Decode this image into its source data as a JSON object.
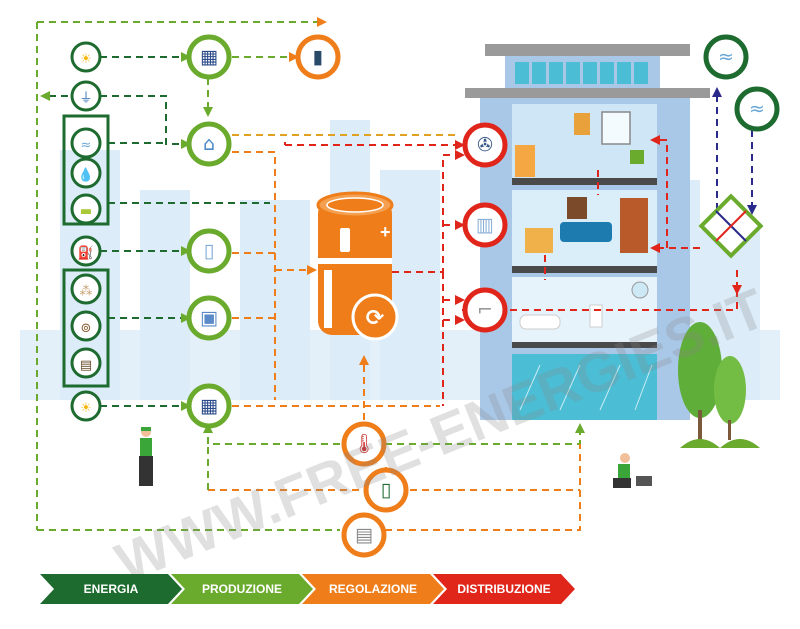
{
  "diagram": {
    "title": "Energy system flow",
    "watermark": "WWW.FREE-ENERGIES.IT",
    "colors": {
      "energia": "#1e6b30",
      "produzione": "#6aab2e",
      "regolazione": "#ee7d1a",
      "distribuzione": "#e0251b",
      "ventilation": "#2a2a8a",
      "building": "#a9c8e8",
      "sky": "#d8ebf8"
    },
    "legend": [
      {
        "id": "energia",
        "label": "ENERGIA"
      },
      {
        "id": "produzione",
        "label": "PRODUZIONE"
      },
      {
        "id": "regolazione",
        "label": "REGOLAZIONE"
      },
      {
        "id": "distribuzione",
        "label": "DISTRIBUZIONE"
      }
    ],
    "energy_sources": [
      {
        "id": "sun-top",
        "icon": "sun-icon",
        "category": "energia"
      },
      {
        "id": "electric-plug",
        "icon": "plug-icon",
        "category": "energia"
      },
      {
        "id": "air",
        "icon": "air-wind-icon",
        "category": "energia",
        "group": "renewable-env"
      },
      {
        "id": "water",
        "icon": "water-drop-icon",
        "category": "energia",
        "group": "renewable-env"
      },
      {
        "id": "ground",
        "icon": "ground-icon",
        "category": "energia",
        "group": "renewable-env"
      },
      {
        "id": "gas",
        "icon": "gas-tank-icon",
        "category": "energia"
      },
      {
        "id": "pellets",
        "icon": "pellets-icon",
        "category": "energia",
        "group": "biomass"
      },
      {
        "id": "logs",
        "icon": "wood-logs-icon",
        "category": "energia",
        "group": "biomass"
      },
      {
        "id": "wood-chips",
        "icon": "wood-chips-icon",
        "category": "energia",
        "group": "biomass"
      },
      {
        "id": "sun-bottom",
        "icon": "sun-icon",
        "category": "energia"
      }
    ],
    "production_nodes": [
      {
        "id": "photovoltaic",
        "icon": "solar-panel-icon",
        "category": "produzione"
      },
      {
        "id": "heat-pump",
        "icon": "heat-pump-icon",
        "category": "produzione"
      },
      {
        "id": "gas-boiler",
        "icon": "boiler-icon",
        "category": "produzione"
      },
      {
        "id": "biomass-stove",
        "icon": "stove-icon",
        "category": "produzione"
      },
      {
        "id": "solar-thermal",
        "icon": "solar-thermal-icon",
        "category": "produzione"
      }
    ],
    "regulation_nodes": [
      {
        "id": "battery-storage",
        "icon": "battery-icon",
        "category": "regolazione"
      },
      {
        "id": "thermal-storage",
        "icon": "storage-tank-icon",
        "category": "regolazione",
        "symbols": [
          "+",
          "⟳"
        ]
      },
      {
        "id": "thermostat",
        "icon": "thermostat-icon",
        "category": "regolazione"
      },
      {
        "id": "smart-control",
        "icon": "smart-home-icon",
        "category": "regolazione"
      },
      {
        "id": "electric-panel",
        "icon": "electric-panel-icon",
        "category": "regolazione"
      }
    ],
    "distribution_nodes": [
      {
        "id": "fan-coil",
        "icon": "fan-icon",
        "category": "distribuzione"
      },
      {
        "id": "radiator",
        "icon": "radiator-icon",
        "category": "distribuzione"
      },
      {
        "id": "hot-water-tap",
        "icon": "tap-icon",
        "category": "distribuzione"
      }
    ],
    "ventilation": [
      {
        "id": "air-out",
        "icon": "air-wind-icon"
      },
      {
        "id": "air-in",
        "icon": "air-wind-icon"
      },
      {
        "id": "heat-recovery",
        "icon": "heat-recovery-icon"
      }
    ],
    "building_rooms": [
      "office",
      "bedroom",
      "bathroom",
      "lobby"
    ]
  }
}
